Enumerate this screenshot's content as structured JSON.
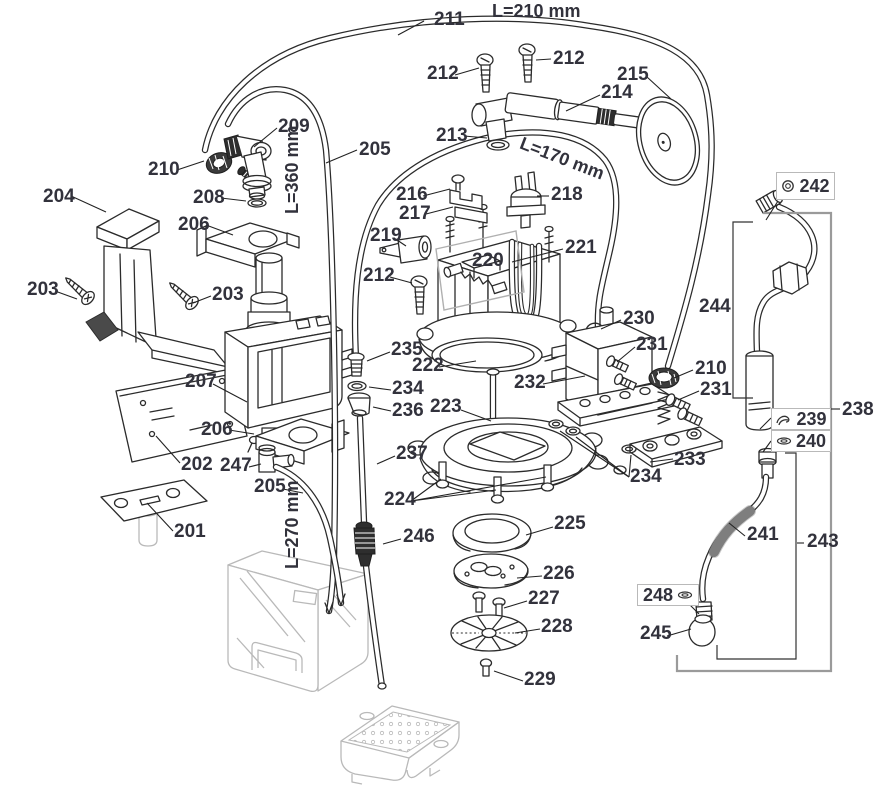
{
  "diagram": {
    "description": "Exploded spare-parts diagram of an espresso machine (boiler, pump, valves, tubing)",
    "colors": {
      "line": "#2b2b2b",
      "label_text": "#32323c",
      "ghost_grey": "#b9b9b9",
      "dark_fill": "#1f1f1f"
    },
    "parts": {
      "p201": "201",
      "p202": "202",
      "p203a": "203",
      "p203b": "203",
      "p204": "204",
      "p205a": "205",
      "p205b": "205",
      "p206a": "206",
      "p206b": "206",
      "p207": "207",
      "p208": "208",
      "p209": "209",
      "p210a": "210",
      "p210b": "210",
      "p211": "211",
      "p212a": "212",
      "p212b": "212",
      "p212c": "212",
      "p213": "213",
      "p214": "214",
      "p215": "215",
      "p216": "216",
      "p217": "217",
      "p218": "218",
      "p219": "219",
      "p220": "220",
      "p221": "221",
      "p222": "222",
      "p223": "223",
      "p224": "224",
      "p225": "225",
      "p226": "226",
      "p227": "227",
      "p228": "228",
      "p229": "229",
      "p230": "230",
      "p231a": "231",
      "p231b": "231",
      "p232": "232",
      "p233": "233",
      "p234a": "234",
      "p234b": "234",
      "p235": "235",
      "p236": "236",
      "p237": "237",
      "p238": "238",
      "p239": "239",
      "p240": "240",
      "p241": "241",
      "p242": "242",
      "p243": "243",
      "p244": "244",
      "p245": "245",
      "p246": "246",
      "p247": "247",
      "p248": "248"
    },
    "dimensions": {
      "d210": "L=210 mm",
      "d170": "L=170 mm",
      "d360": "L=360 mm",
      "d270": "L=270 mm"
    }
  }
}
